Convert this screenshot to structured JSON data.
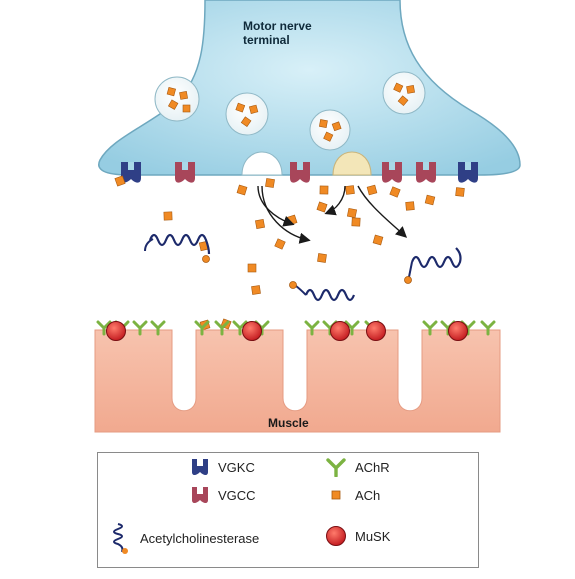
{
  "diagram": {
    "terminal_label_line1": "Motor nerve",
    "terminal_label_line2": "terminal",
    "muscle_label": "Muscle"
  },
  "legend": {
    "vgkc": "VGKC",
    "vgcc": "VGCC",
    "achr": "AChR",
    "ach": "ACh",
    "acetylcholinesterase": "Acetylcholinesterase",
    "musk": "MuSK"
  },
  "colors": {
    "terminal_fill": "#a9d8e8",
    "terminal_edge": "#6ea8bf",
    "muscle_fill": "#f3b29a",
    "vgkc": "#2f3f86",
    "vgcc": "#a8465a",
    "achr": "#7cb342",
    "ach": "#f08a24",
    "musk": "#d8262a",
    "enzyme": "#1d2a6b"
  }
}
